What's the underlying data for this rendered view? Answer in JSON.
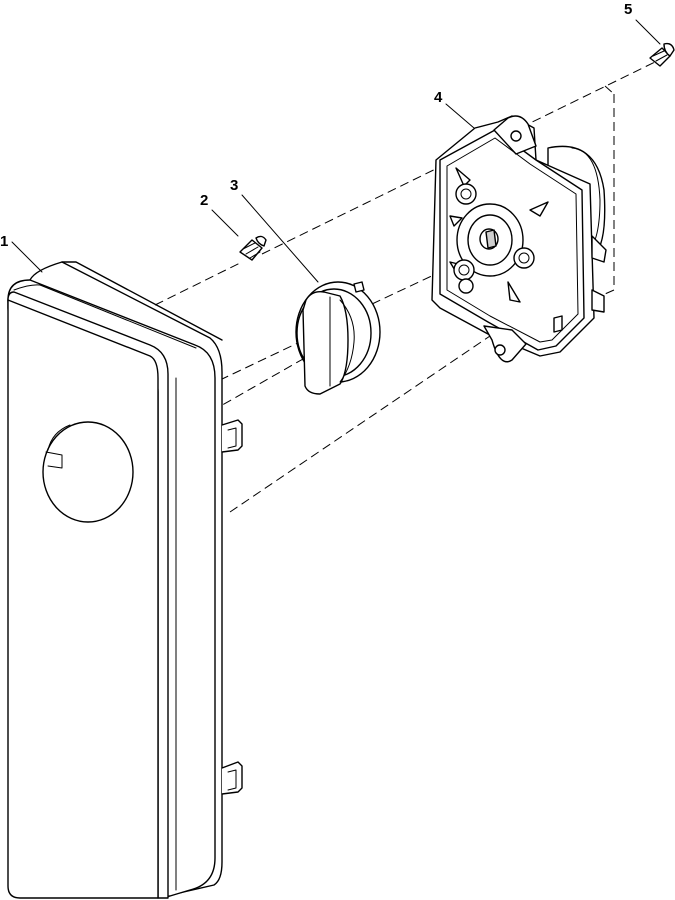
{
  "parts": [
    {
      "number": "1",
      "icon": "housing-cover-icon"
    },
    {
      "number": "2",
      "icon": "screw-icon"
    },
    {
      "number": "3",
      "icon": "knob-icon"
    },
    {
      "number": "4",
      "icon": "timer-switch-icon"
    },
    {
      "number": "5",
      "icon": "screw-icon"
    }
  ]
}
